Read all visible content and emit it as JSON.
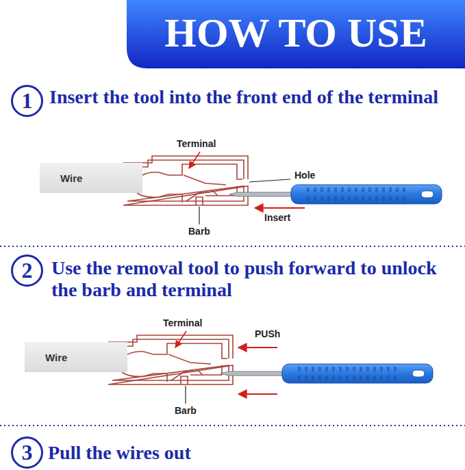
{
  "diagram": {
    "title": "HOW TO USE",
    "nodes": [
      {
        "text": [
          "1"
        ]
      },
      {
        "text": [
          "Wire"
        ]
      },
      {
        "text": [
          "2"
        ]
      },
      {
        "text": [
          "Wire"
        ]
      },
      {
        "text": [
          "3"
        ]
      }
    ],
    "labels": [
      "Insert the tool into the front end of the terminal",
      "Terminal",
      "Hole",
      "Insert",
      "Barb",
      "Use the removal tool to push forward to unlock the barb and terminal",
      "Terminal",
      "PUSh",
      "Barb",
      "Pull the wires out"
    ]
  }
}
